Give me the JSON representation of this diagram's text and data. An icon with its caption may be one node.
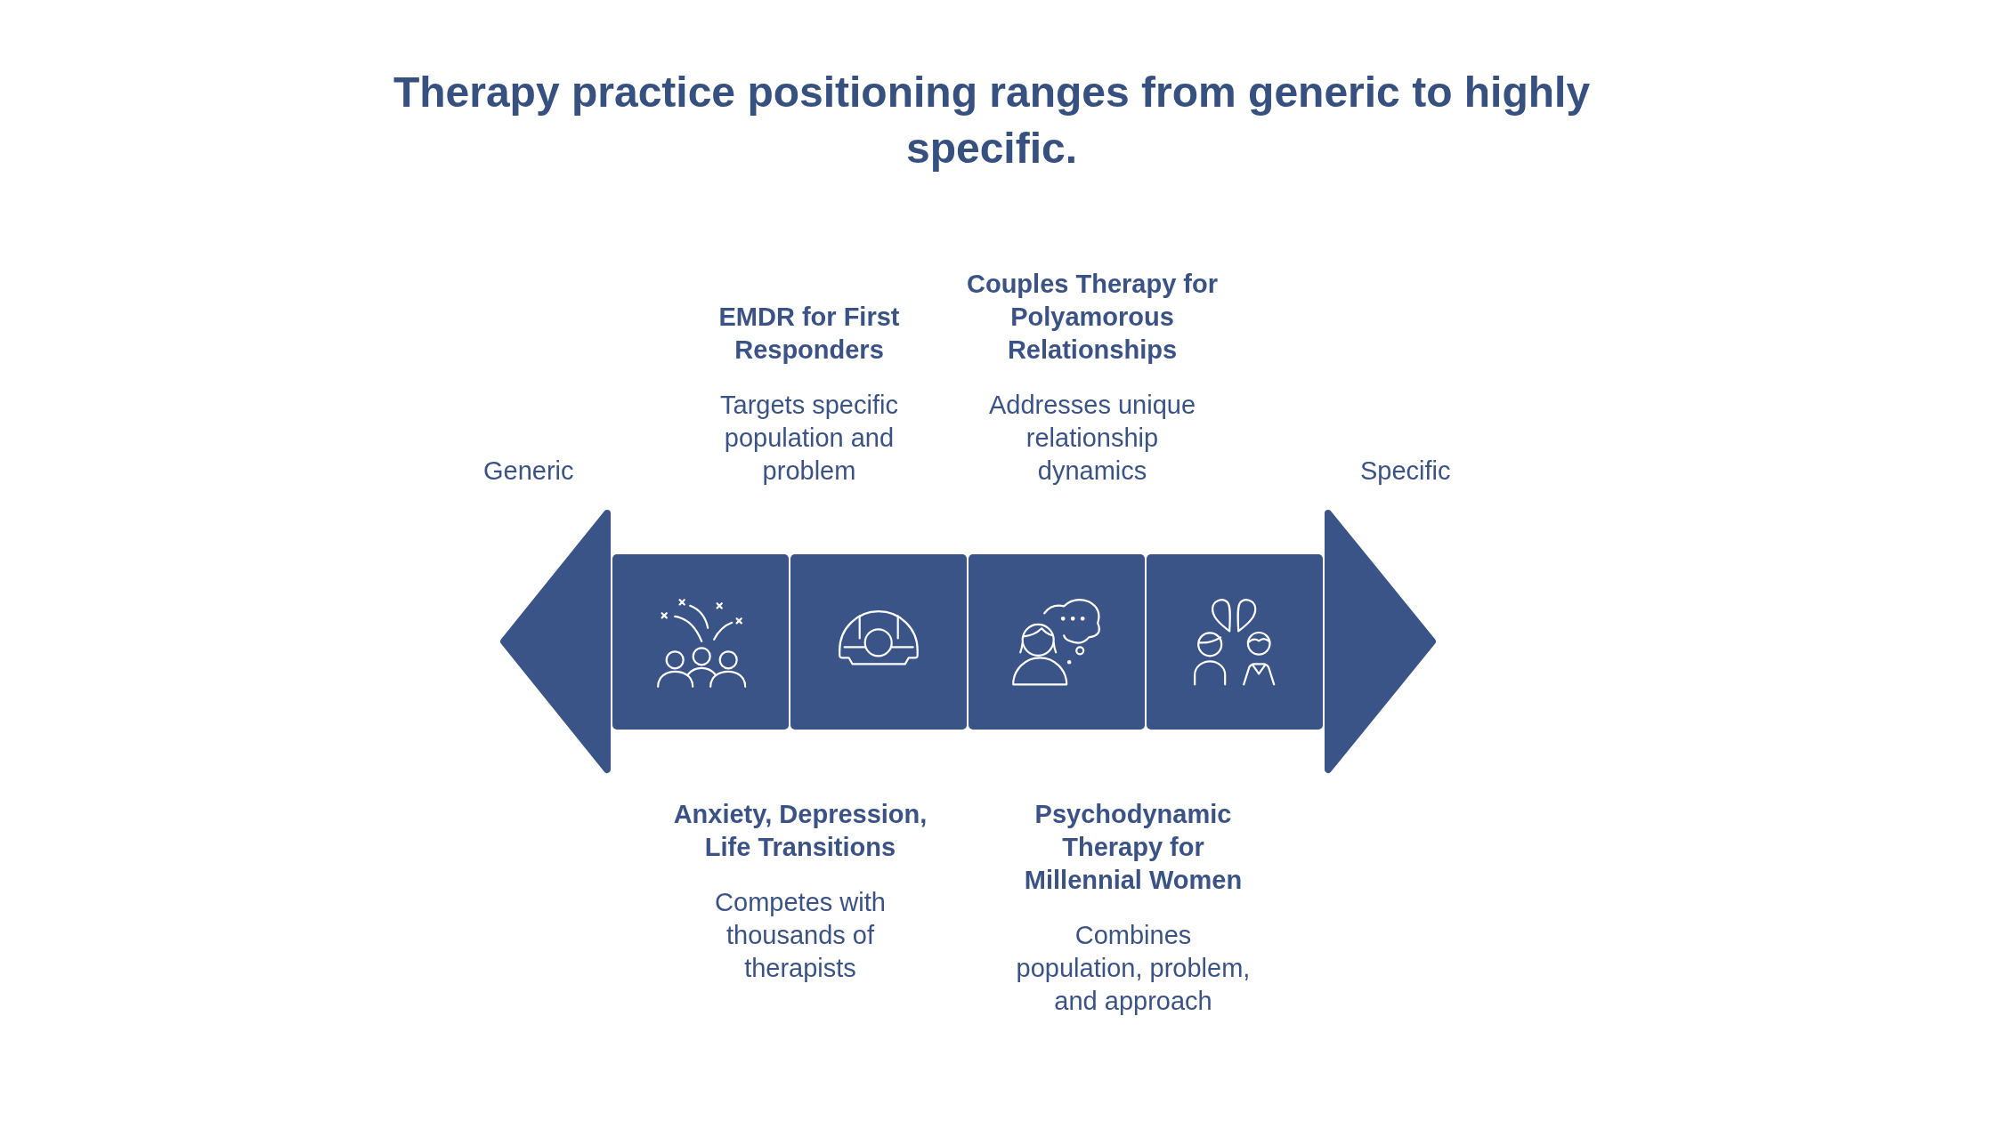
{
  "diagram": {
    "title": "Therapy practice positioning ranges from generic to highly specific.",
    "nodes": [
      {
        "text": [],
        "shape": "box",
        "beside": [
          "Anxiety, Depression, Life Transitions",
          "Competes with thousands of therapists"
        ]
      },
      {
        "text": [],
        "shape": "box",
        "beside": [
          "EMDR for First Responders",
          "Targets specific population and problem"
        ]
      },
      {
        "text": [],
        "shape": "box",
        "beside": [
          "Psychodynamic Therapy for Millennial Women",
          "Combines population, problem, and approach"
        ]
      },
      {
        "text": [],
        "shape": "box",
        "beside": [
          "Couples Therapy for Polyamorous Relationships",
          "Addresses unique relationship dynamics"
        ]
      }
    ],
    "labels": [
      "Generic",
      "Specific"
    ]
  }
}
